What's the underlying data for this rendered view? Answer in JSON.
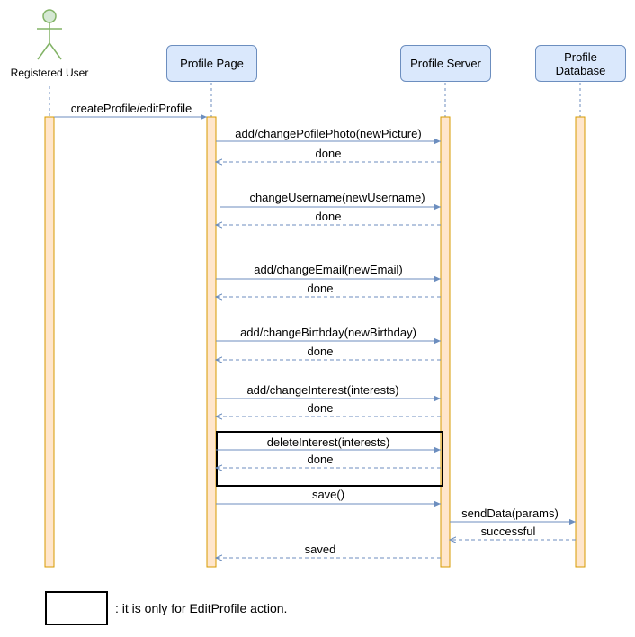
{
  "participants": [
    {
      "id": "user",
      "label": "Registered User",
      "kind": "actor"
    },
    {
      "id": "page",
      "label": "Profile Page",
      "kind": "box"
    },
    {
      "id": "server",
      "label": "Profile Server",
      "kind": "box"
    },
    {
      "id": "db",
      "label": "Profile Database",
      "kind": "box"
    }
  ],
  "messages": [
    {
      "text": "createProfile/editProfile",
      "from": "user",
      "to": "page",
      "style": "solid"
    },
    {
      "text": "add/changePofilePhoto(newPicture)",
      "from": "page",
      "to": "server",
      "style": "solid"
    },
    {
      "text": "done",
      "from": "server",
      "to": "page",
      "style": "dashed"
    },
    {
      "text": "changeUsername(newUsername)",
      "from": "page",
      "to": "server",
      "style": "solid"
    },
    {
      "text": "done",
      "from": "server",
      "to": "page",
      "style": "dashed"
    },
    {
      "text": "add/changeEmail(newEmail)",
      "from": "page",
      "to": "server",
      "style": "solid"
    },
    {
      "text": "done",
      "from": "server",
      "to": "page",
      "style": "dashed"
    },
    {
      "text": "add/changeBirthday(newBirthday)",
      "from": "page",
      "to": "server",
      "style": "solid"
    },
    {
      "text": "done",
      "from": "server",
      "to": "page",
      "style": "dashed"
    },
    {
      "text": "add/changeInterest(interests)",
      "from": "page",
      "to": "server",
      "style": "solid"
    },
    {
      "text": "done",
      "from": "server",
      "to": "page",
      "style": "dashed"
    },
    {
      "text": "deleteInterest(interests)",
      "from": "page",
      "to": "server",
      "style": "solid"
    },
    {
      "text": "done",
      "from": "server",
      "to": "page",
      "style": "dashed"
    },
    {
      "text": "save()",
      "from": "page",
      "to": "server",
      "style": "solid"
    },
    {
      "text": "sendData(params)",
      "from": "server",
      "to": "db",
      "style": "solid"
    },
    {
      "text": "successful",
      "from": "db",
      "to": "server",
      "style": "dashed"
    },
    {
      "text": "saved",
      "from": "server",
      "to": "page",
      "style": "dashed"
    }
  ],
  "legend": {
    "text": ": it is only for EditProfile action."
  },
  "colors": {
    "participant_fill": "#dae8fc",
    "participant_border": "#6c8ebf",
    "activation_fill": "#ffe6cc",
    "activation_border": "#d79b00",
    "actor_fill": "#d5e8d4",
    "actor_border": "#82b366",
    "arrow": "#6c8ebf"
  }
}
